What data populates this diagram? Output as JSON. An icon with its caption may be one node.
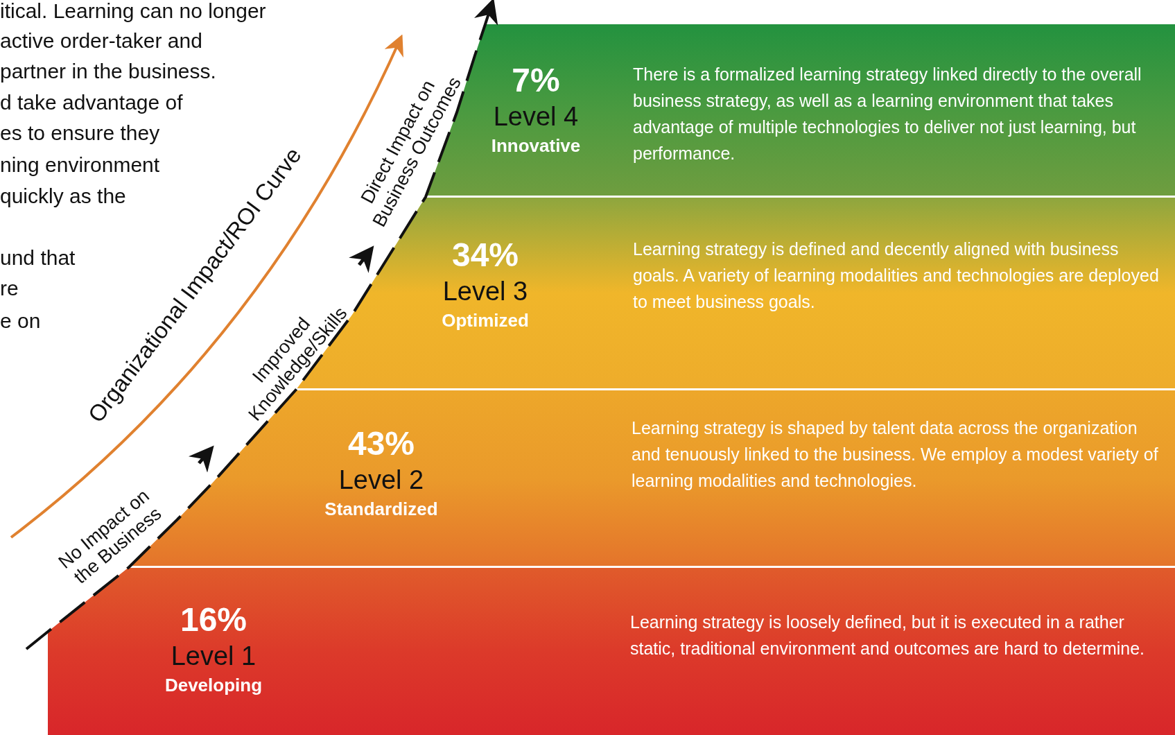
{
  "diagram": {
    "nodes": [
      {
        "text": [
          "7%",
          "Level 4",
          "Innovative",
          "There is a formalized learning strategy linked directly to the overall business strategy, as well as a learning environment that takes advantage of multiple technologies to deliver not just learning, but performance."
        ]
      },
      {
        "text": [
          "34%",
          "Level 3",
          "Optimized",
          "Learning strategy is defined and decently aligned with business goals. A variety of learning modalities and technologies are deployed to meet business goals."
        ]
      },
      {
        "text": [
          "43%",
          "Level 2",
          "Standardized",
          "Learning strategy is shaped by talent data across the organization and tenuously linked to the business. We employ a modest variety of learning modalities and technologies."
        ]
      },
      {
        "text": [
          "16%",
          "Level 1",
          "Developing",
          "Learning strategy is loosely defined, but it is executed in a rather static, traditional environment and outcomes are hard to determine."
        ]
      }
    ],
    "labels": [
      "itical. Learning can no longer",
      "active order-taker and",
      "partner in the business.",
      "d take advantage of",
      "es to ensure they",
      "ning environment",
      "quickly as the",
      "und that",
      "re",
      "e on",
      "Organizational Impact/ROI Curve",
      "Direct Impact on Business Outcomes",
      "Improved Knowledge/Skills",
      "No Impact on the Business"
    ]
  }
}
